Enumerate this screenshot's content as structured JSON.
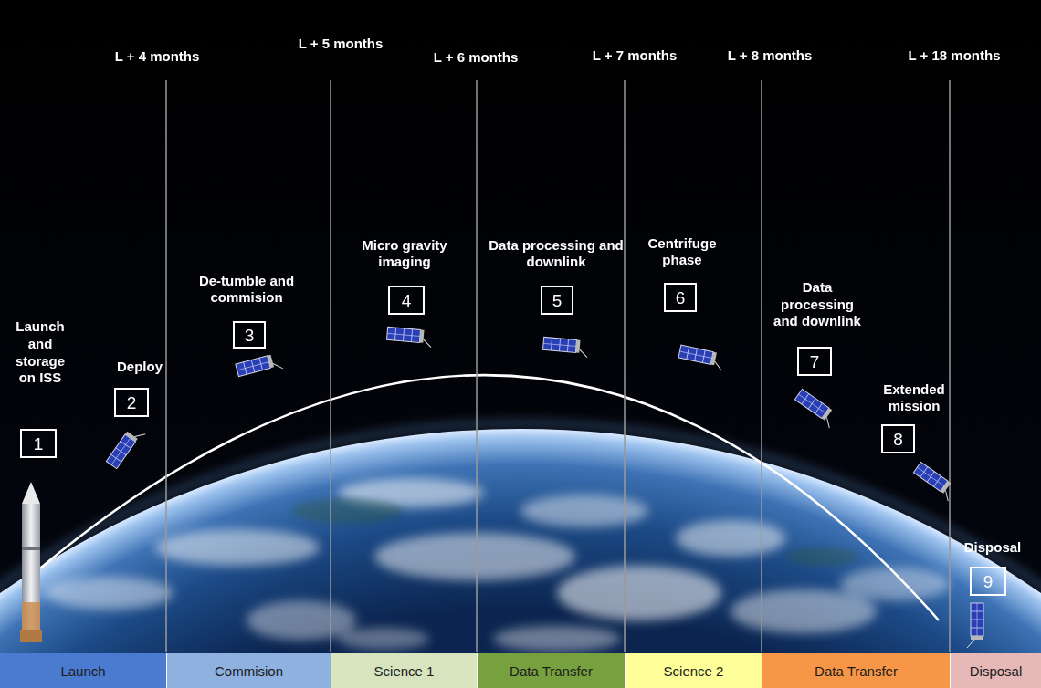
{
  "diagram": {
    "nodes": [
      {
        "text": [
          "Launch and storage on ISS",
          "1"
        ]
      },
      {
        "text": [
          "Deploy",
          "2"
        ]
      },
      {
        "text": [
          "De-tumble and commision",
          "3"
        ]
      },
      {
        "text": [
          "Micro gravity imaging",
          "4"
        ]
      },
      {
        "text": [
          "Data processing and downlink",
          "5"
        ]
      },
      {
        "text": [
          "Centrifuge phase",
          "6"
        ]
      },
      {
        "text": [
          "Data processing and downlink",
          "7"
        ]
      },
      {
        "text": [
          "Extended mission",
          "8"
        ]
      },
      {
        "text": [
          "Disposal",
          "9"
        ]
      },
      {
        "text": [
          "Launch"
        ]
      },
      {
        "text": [
          "Commision"
        ]
      },
      {
        "text": [
          "Science 1"
        ]
      },
      {
        "text": [
          "Data Transfer"
        ]
      },
      {
        "text": [
          "Science 2"
        ]
      },
      {
        "text": [
          "Data Transfer"
        ]
      },
      {
        "text": [
          "Disposal"
        ]
      }
    ],
    "labels": [
      "L + 4 months",
      "L + 5 months",
      "L + 6 months",
      "L + 7 months",
      "L + 8 months",
      "L + 18 months"
    ]
  }
}
